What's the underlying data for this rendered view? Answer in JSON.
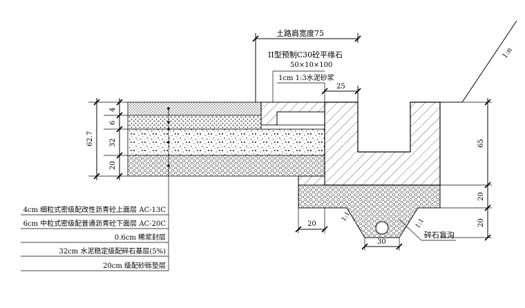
{
  "dimensions": {
    "shoulder_width": "土路肩宽度75",
    "curb_spec_1": "II型预制C30砼平缘石",
    "curb_spec_2": "50×10×100",
    "mortar": "1cm 1:3水泥砂浆",
    "dim_25": "25",
    "slope": "1:n",
    "dim_65": "65",
    "dim_20_upper": "20",
    "dim_20_lower": "20",
    "dim_20_base": "20",
    "dim_30": "30",
    "ditch_slope_left": "1:1",
    "ditch_slope_right": "1:1",
    "ditch_label": "碎石盲沟",
    "layer_4": "4",
    "layer_6": "6",
    "layer_32": "32",
    "layer_20": "20",
    "total": "62.7"
  },
  "legend": [
    "4cm 细粒式密级配改性沥青砼上面层 AC-13C",
    "6cm 中粒式密级配普通沥青砼下面层 AC-20C",
    "0.6cm 稀浆封层",
    "32cm 水泥稳定级配碎石基层(5%)",
    "20cm 级配砂砾垫层"
  ]
}
